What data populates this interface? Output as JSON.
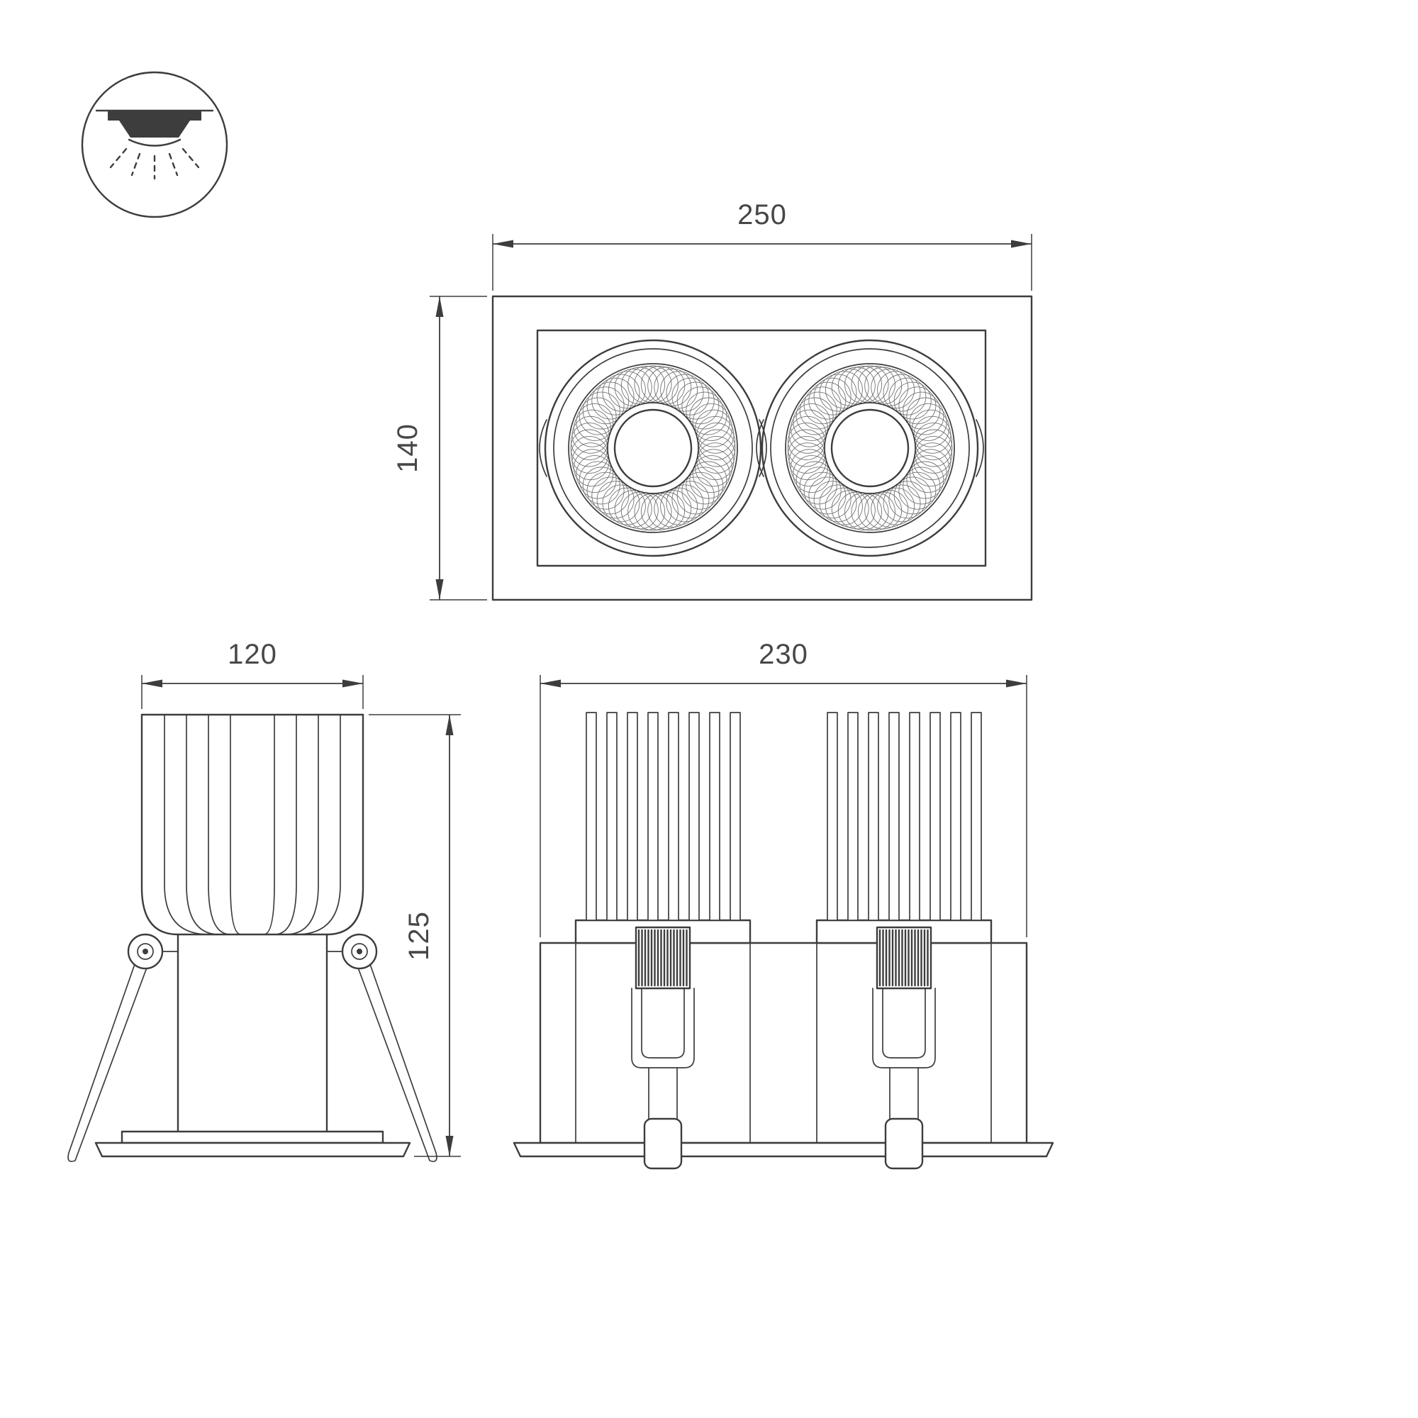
{
  "drawing": {
    "background": "#ffffff",
    "line_color": "#3d3d3d",
    "icon": {
      "name": "recessed-downlight-icon"
    },
    "dimensions": {
      "front_width": "250",
      "front_height": "140",
      "side_width": "120",
      "side_height": "125",
      "heatsink_width": "230"
    }
  }
}
